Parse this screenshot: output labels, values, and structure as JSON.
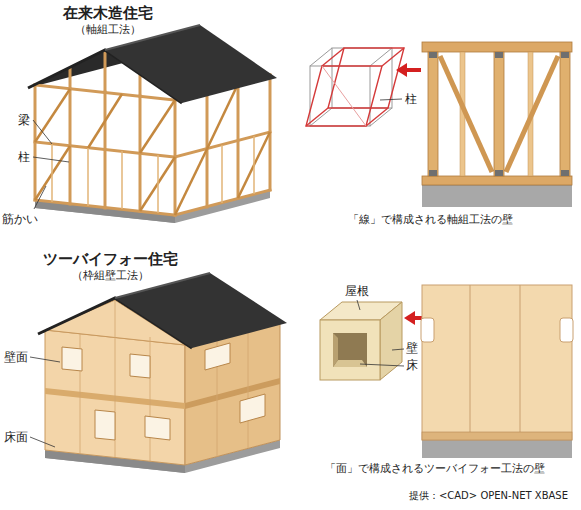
{
  "diagram": {
    "labels": [
      "在来木造住宅",
      "（軸組工法）",
      "梁",
      "柱",
      "筋かい",
      "柱",
      "「線」で構成される軸組工法の壁",
      "ツーバイフォー住宅",
      "（枠組壁工法）",
      "壁面",
      "床面",
      "屋根",
      "壁",
      "床",
      "「面」で構成されるツーバイフォー工法の壁",
      "提供：<CAD> OPEN-NET XBASE"
    ]
  }
}
